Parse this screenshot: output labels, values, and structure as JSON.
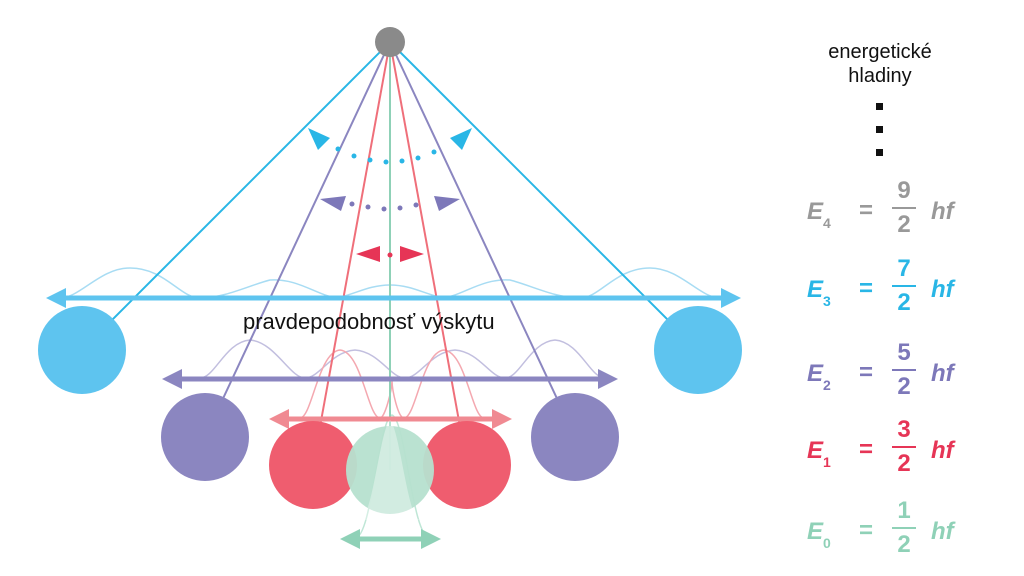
{
  "diagram": {
    "probability_label": "pravdepodobnosť výskytu",
    "colors": {
      "pivot": "#8a8a8a",
      "level0": "#8fd1b7",
      "level1": "#ef5d6f",
      "level2": "#8b86c0",
      "level3": "#5ec4ef",
      "level3_line": "#29b6e6",
      "level2_line": "#7d78b9",
      "level1_line": "#ef6f7a",
      "level1_accent": "#e63556",
      "level0_line": "#8fd1b7"
    }
  },
  "sidebar": {
    "title_line1": "energetické",
    "title_line2": "hladiny",
    "levels": [
      {
        "symbol": "E",
        "subscript": "4",
        "eq": "=",
        "numerator": "9",
        "denominator": "2",
        "unit": "hf",
        "color": "#999999"
      },
      {
        "symbol": "E",
        "subscript": "3",
        "eq": "=",
        "numerator": "7",
        "denominator": "2",
        "unit": "hf",
        "color": "#29b6e6"
      },
      {
        "symbol": "E",
        "subscript": "2",
        "eq": "=",
        "numerator": "5",
        "denominator": "2",
        "unit": "hf",
        "color": "#7d78b9"
      },
      {
        "symbol": "E",
        "subscript": "1",
        "eq": "=",
        "numerator": "3",
        "denominator": "2",
        "unit": "hf",
        "color": "#e63556"
      },
      {
        "symbol": "E",
        "subscript": "0",
        "eq": "=",
        "numerator": "1",
        "denominator": "2",
        "unit": "hf",
        "color": "#8fd1b7"
      }
    ]
  }
}
